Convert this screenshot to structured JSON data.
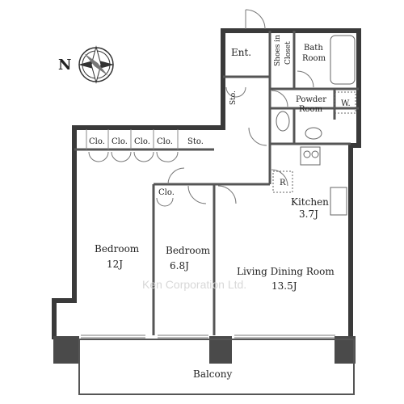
{
  "compass": {
    "label": "N"
  },
  "rooms": {
    "entrance": "Ent.",
    "shoes_closet_1": "Shoes in",
    "shoes_closet_2": "Closet",
    "bath_1": "Bath",
    "bath_2": "Room",
    "storage_hall": "Sto.",
    "powder_1": "Powder",
    "powder_2": "Room",
    "washer": "W.",
    "refrigerator": "R",
    "closet_1": "Clo.",
    "closet_2": "Clo.",
    "closet_3": "Clo.",
    "closet_4": "Clo.",
    "storage_top": "Sto.",
    "closet_bedroom2": "Clo.",
    "kitchen_name": "Kitchen",
    "kitchen_size": "3.7J",
    "bedroom1_name": "Bedroom",
    "bedroom1_size": "12J",
    "bedroom2_name": "Bedroom",
    "bedroom2_size": "6.8J",
    "living_name": "Living Dining Room",
    "living_size": "13.5J",
    "balcony": "Balcony"
  },
  "watermark": "Ken Corporation Ltd."
}
